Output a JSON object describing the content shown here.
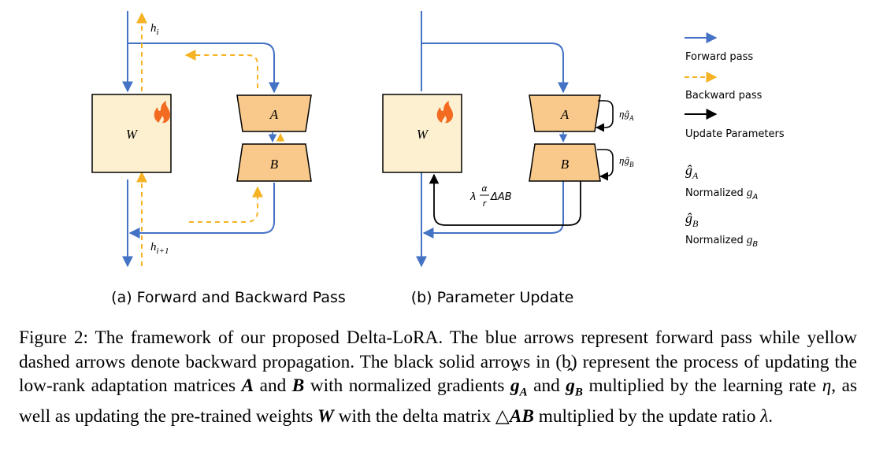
{
  "diagram": {
    "panel_a": {
      "caption": "(a) Forward and Backward Pass",
      "w_label": "W",
      "a_label": "A",
      "b_label": "B",
      "h_in_label": "h",
      "h_in_sub": "i",
      "h_out_label": "h",
      "h_out_sub": "i+1"
    },
    "panel_b": {
      "caption": "(b) Parameter Update",
      "w_label": "W",
      "a_label": "A",
      "b_label": "B",
      "update_a_label": "ηĝ",
      "update_a_sub": "A",
      "update_b_label": "ηĝ",
      "update_b_sub": "B",
      "delta_prefix": "λ",
      "delta_num": "α",
      "delta_den": "r",
      "delta_suffix": "ΔAB"
    },
    "legend": {
      "forward": "Forward pass",
      "backward": "Backward pass",
      "update": "Update Parameters",
      "ga_symbol": "ĝ",
      "ga_sub": "A",
      "ga_desc_prefix": "Normalized ",
      "ga_desc_sym": "g",
      "ga_desc_sub": "A",
      "gb_symbol": "ĝ",
      "gb_sub": "B",
      "gb_desc_prefix": "Normalized ",
      "gb_desc_sym": "g",
      "gb_desc_sub": "B"
    },
    "colors": {
      "forward": "#4472c4",
      "backward": "#f5b324",
      "box_w_fill": "#fdf0d0",
      "box_ab_fill": "#f8c98a",
      "flame": "#f26b21"
    }
  },
  "caption": {
    "part1": "Figure 2: The framework of our proposed Delta-LoRA. The blue arrows represent forward pass while yellow dashed arrows denote backward propagation. The black solid arrows in (b) represent the process of updating the low-rank adaptation matrices ",
    "sym_a": "A",
    "and1": " and ",
    "sym_b": "B",
    "part2": " with normalized gradients ",
    "g_a": "g",
    "g_a_sub": "A",
    "and2": " and ",
    "g_b": "g",
    "g_b_sub": "B",
    "part3": " multiplied by the learning rate ",
    "eta": "η",
    "part4": ", as well as updating the pre-trained weights ",
    "sym_w": "W",
    "part5": " with the delta matrix ",
    "delta": "△",
    "sym_ab": "AB",
    "part6": " multiplied by the update ratio ",
    "lambda": "λ",
    "part7": "."
  }
}
